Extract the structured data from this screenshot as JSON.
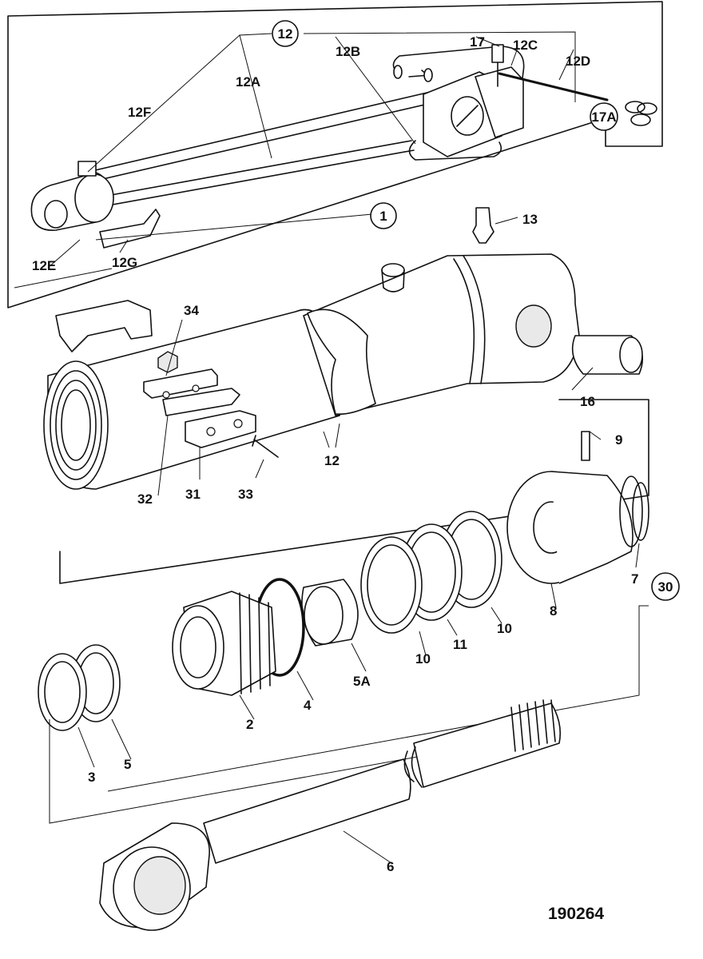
{
  "drawing_ref": "190264",
  "callouts": {
    "c12": "12",
    "c12A": "12A",
    "c12B": "12B",
    "c12C": "12C",
    "c12D": "12D",
    "c12E": "12E",
    "c12F": "12F",
    "c12G": "12G",
    "c17": "17",
    "c17A": "17A",
    "c1": "1",
    "c13": "13",
    "c34": "34",
    "c16": "16",
    "c12b": "12",
    "c32": "32",
    "c31": "31",
    "c33": "33",
    "c9": "9",
    "c7": "7",
    "c30": "30",
    "c8": "8",
    "c10a": "10",
    "c11": "11",
    "c10b": "10",
    "c5A": "5A",
    "c4": "4",
    "c2": "2",
    "c5": "5",
    "c3": "3",
    "c6": "6"
  }
}
